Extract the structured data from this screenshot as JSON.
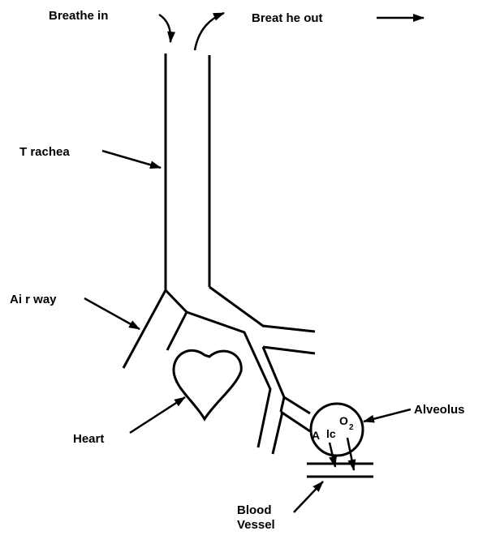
{
  "labels": {
    "breathe_in": "Breathe  in",
    "breathe_out": "Breat he  out",
    "trachea": "T rachea",
    "airway": "Ai r way",
    "heart": "Heart",
    "alveolus": "Alveolus",
    "blood_vessel_line1": "Blood",
    "blood_vessel_line2": "Vessel",
    "alveolus_left_letter": "A",
    "alveolus_inner_label": "lc",
    "oxygen_base": "O",
    "oxygen_subscript": "2"
  }
}
